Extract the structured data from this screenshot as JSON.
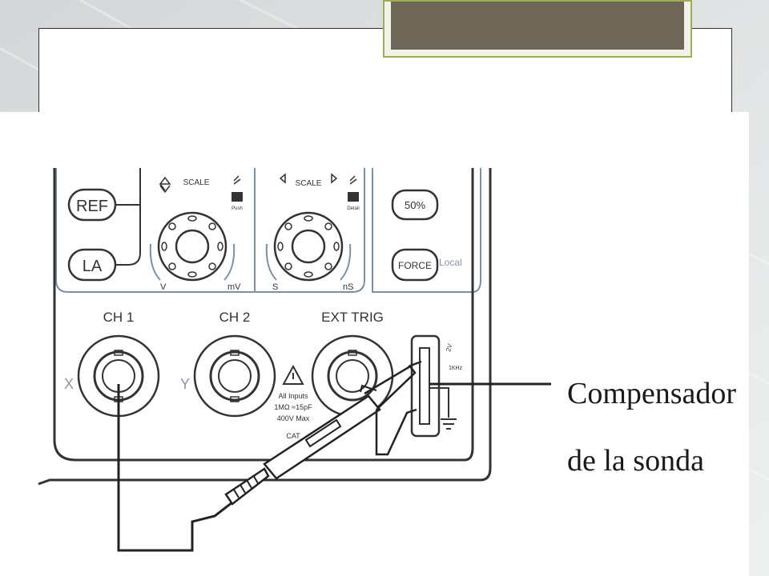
{
  "panel": {
    "ref_button": "REF",
    "la_button": "LA",
    "scale_left": "SCALE",
    "scale_right": "SCALE",
    "unit_v": "V",
    "unit_mv": "mV",
    "unit_s": "S",
    "unit_ns": "nS",
    "btn_50": "50%",
    "btn_force": "FORCE",
    "local_label": "Local",
    "push_left": "Push",
    "push_right": "Detail",
    "ch1": "CH 1",
    "ch2": "CH 2",
    "ext_trig": "EXT TRIG",
    "x_label": "X",
    "y_label": "Y",
    "warn_1": "All Inputs",
    "warn_2": "1MΩ ≈15pF",
    "warn_3": "400V Max",
    "warn_4": "CAT",
    "comp_v": "2V",
    "comp_hz": "1KHz"
  },
  "callout": {
    "line1": "Compensador",
    "line2": "de la sonda"
  },
  "colors": {
    "title_fill": "#6e6656",
    "title_border": "#9bb24a",
    "panel_line": "#7a8fb0",
    "ink": "#222222"
  }
}
